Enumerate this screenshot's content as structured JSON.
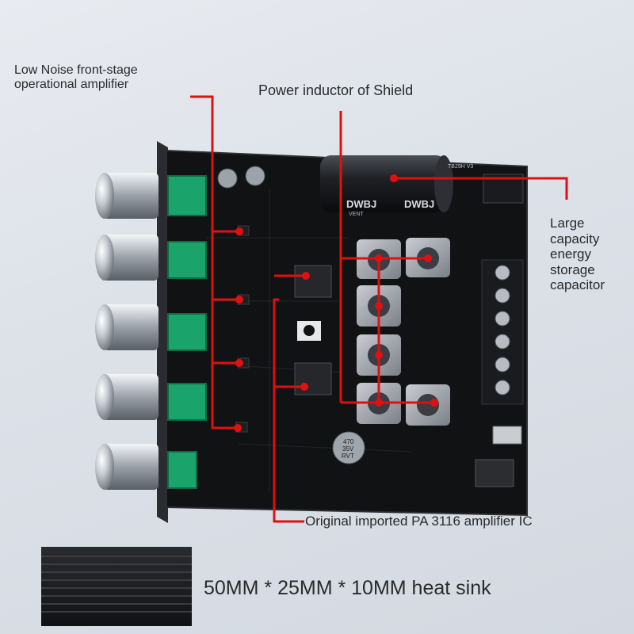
{
  "annotations": {
    "front_amp": "Low Noise front-stage operational amplifier",
    "inductor": "Power inductor of Shield",
    "capacitor": "Large capacity energy storage capacitor",
    "amp_ic": "Original imported PA 3116 amplifier IC",
    "heat_sink": "50MM * 25MM * 10MM heat sink"
  },
  "board_markings": {
    "cap_brand_1": "DWBJ",
    "cap_brand_2": "DWBJ",
    "cap_sub": "VENT",
    "cap_code": "TB29H V3",
    "small_cap_top": "470",
    "small_cap_mid": "35V",
    "small_cap_bot": "RVT"
  },
  "colors": {
    "annotation_line": "#e01010",
    "pcb": "#111214",
    "heat_sink": "#1c1d20"
  }
}
